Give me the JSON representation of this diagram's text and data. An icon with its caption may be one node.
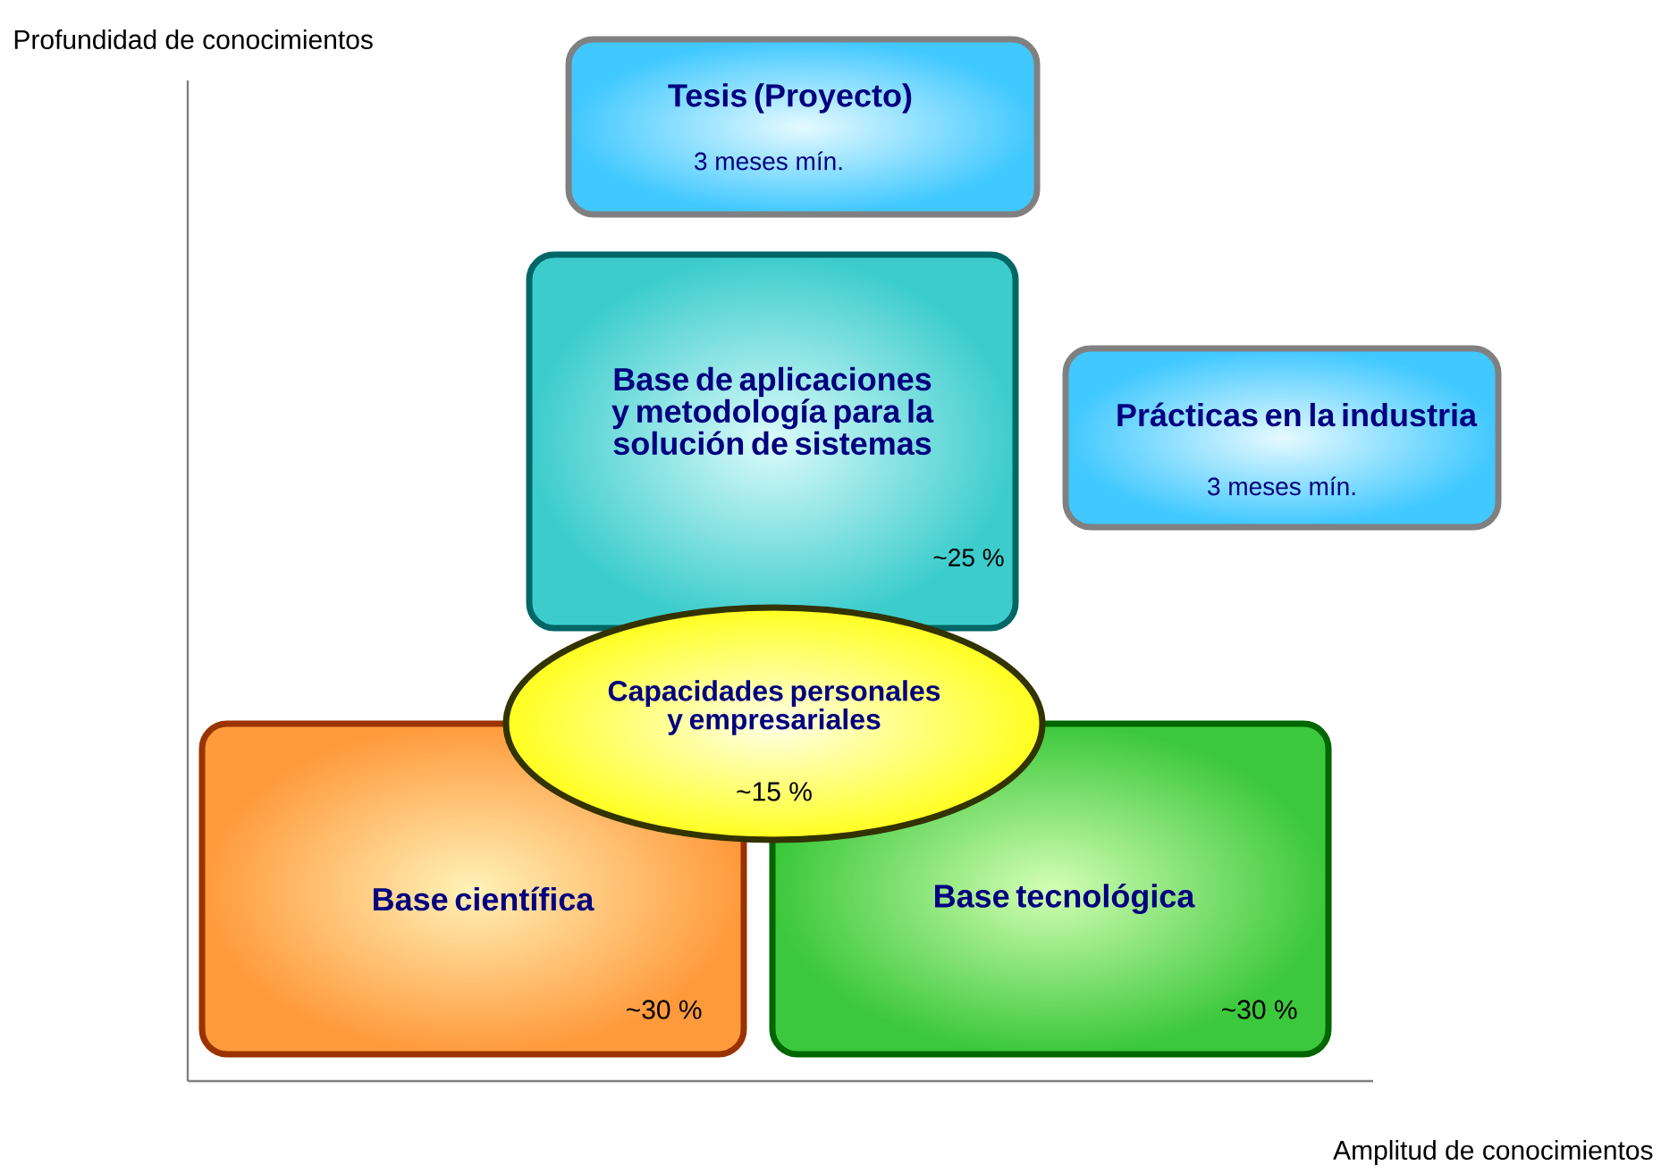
{
  "diagram": {
    "nodes": [
      {
        "text": [
          "Tesis (Proyecto)",
          "3 meses mín."
        ]
      },
      {
        "text": [
          "Base de aplicaciones y metodología para la solución de sistemas",
          "~25 %"
        ]
      },
      {
        "text": [
          "Prácticas en la industria",
          "3 meses mín."
        ]
      },
      {
        "text": [
          "Capacidades personales y empresariales",
          "~15 %"
        ]
      },
      {
        "text": [
          "Base científica",
          "~30 %"
        ]
      },
      {
        "text": [
          "Base tecnológica",
          "~30 %"
        ]
      }
    ],
    "labels": [
      "Profundidad de conocimientos",
      "Amplitud de conocimientos"
    ]
  }
}
